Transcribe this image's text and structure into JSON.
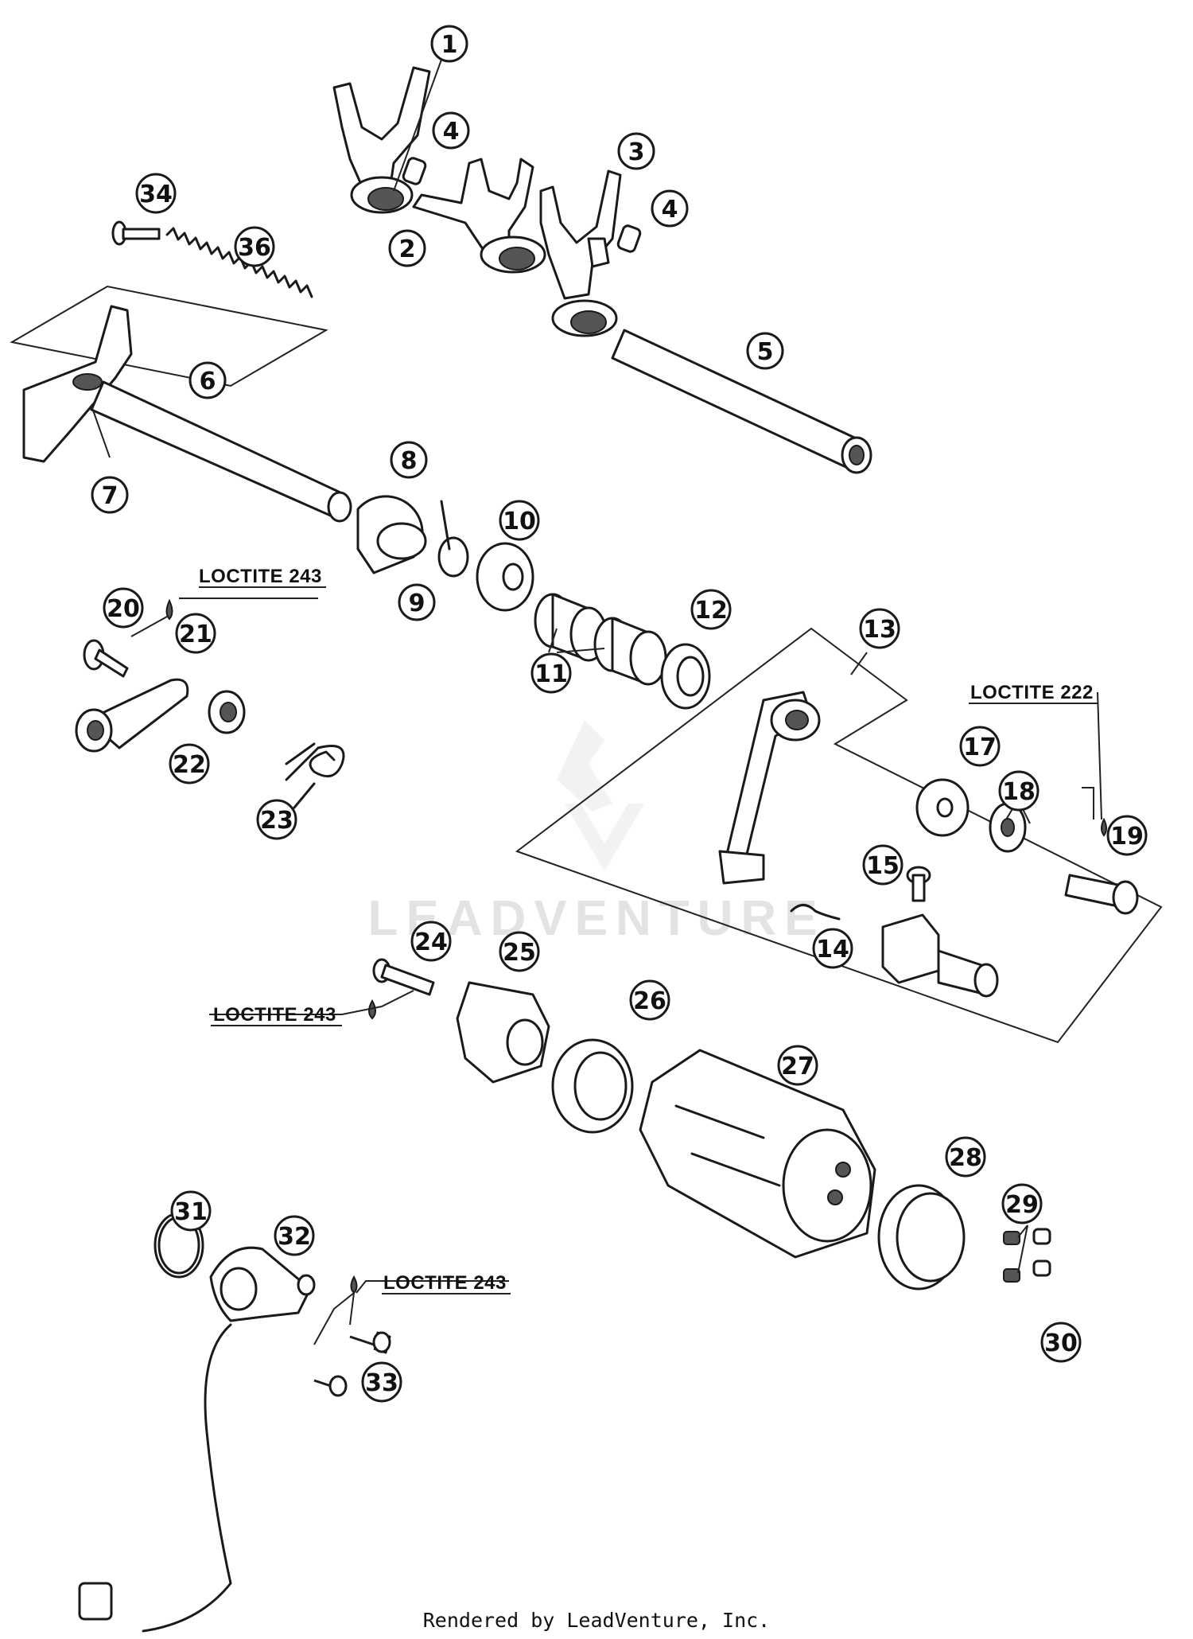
{
  "callouts": [
    "1",
    "2",
    "3",
    "4",
    "4",
    "5",
    "6",
    "7",
    "8",
    "9",
    "10",
    "11",
    "12",
    "13",
    "14",
    "15",
    "17",
    "18",
    "19",
    "20",
    "21",
    "22",
    "23",
    "24",
    "25",
    "26",
    "27",
    "28",
    "29",
    "30",
    "31",
    "32",
    "33",
    "34",
    "36"
  ],
  "loctite_labels": [
    "LOCTITE 243",
    "LOCTITE 222",
    "LOCTITE 243",
    "LOCTITE 243"
  ],
  "watermark": "LEADVENTURE",
  "footer": "Rendered by LeadVenture, Inc."
}
